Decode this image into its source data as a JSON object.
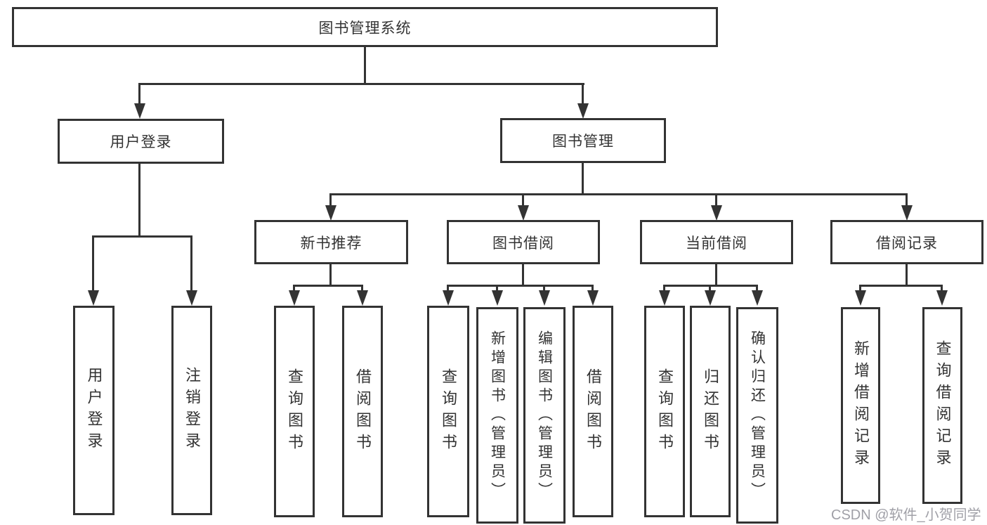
{
  "nodes": {
    "root": "图书管理系统",
    "user_login": "用户登录",
    "book_management": "图书管理",
    "new_book_recommend": "新书推荐",
    "book_borrow": "图书借阅",
    "current_borrow": "当前借阅",
    "borrow_records": "借阅记录",
    "leaf_user_login": "用户登录",
    "leaf_logout": "注销登录",
    "leaf_rec_query_book": "查询图书",
    "leaf_rec_borrow_book": "借阅图书",
    "leaf_bb_query_book": "查询图书",
    "leaf_bb_add_book": "新增图书（管理员）",
    "leaf_bb_edit_book": "编辑图书（管理员）",
    "leaf_bb_borrow_book": "借阅图书",
    "leaf_cb_query_book": "查询图书",
    "leaf_cb_return_book": "归还图书",
    "leaf_cb_confirm_return": "确认归还（管理员）",
    "leaf_br_add_record": "新增借阅记录",
    "leaf_br_query_record": "查询借阅记录"
  },
  "hierarchy": {
    "图书管理系统": {
      "用户登录": [
        "用户登录",
        "注销登录"
      ],
      "图书管理": {
        "新书推荐": [
          "查询图书",
          "借阅图书"
        ],
        "图书借阅": [
          "查询图书",
          "新增图书（管理员）",
          "编辑图书（管理员）",
          "借阅图书"
        ],
        "当前借阅": [
          "查询图书",
          "归还图书",
          "确认归还（管理员）"
        ],
        "借阅记录": [
          "新增借阅记录",
          "查询借阅记录"
        ]
      }
    }
  },
  "watermark": "CSDN @软件_小贺同学",
  "colors": {
    "line": "#333333",
    "text": "#333333",
    "background": "#ffffff",
    "watermark": "#9898a0"
  }
}
